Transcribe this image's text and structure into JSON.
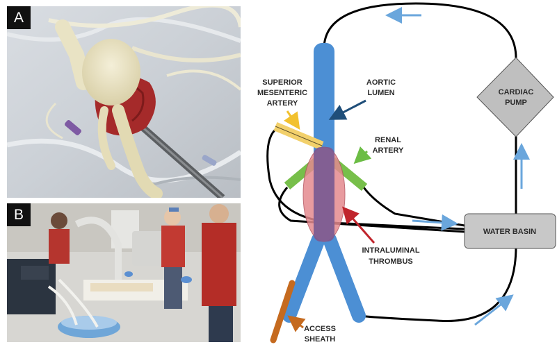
{
  "panels": {
    "a": {
      "letter": "A"
    },
    "b": {
      "letter": "B"
    }
  },
  "diagram": {
    "labels": {
      "sma_line1": "SUPERIOR",
      "sma_line2": "MESENTERIC",
      "sma_line3": "ARTERY",
      "aortic_line1": "AORTIC",
      "aortic_line2": "LUMEN",
      "renal_line1": "RENAL",
      "renal_line2": "ARTERY",
      "cardiac_line1": "CARDIAC",
      "cardiac_line2": "PUMP",
      "water_basin": "WATER BASIN",
      "thrombus_line1": "INTRALUMINAL",
      "thrombus_line2": "THROMBUS",
      "sheath_line1": "ACCESS",
      "sheath_line2": "SHEATH"
    },
    "colors": {
      "aorta": "#4c8fd4",
      "sma": "#f2d06b",
      "renal": "#77bf4a",
      "thrombus_fill": "#e48a8f",
      "thrombus_overlap": "#7a5a92",
      "pump": "#bfbfbf",
      "basin": "#c8c8c8",
      "sheath": "#c56a1f",
      "flow_arrow": "#6aa6dc",
      "tube": "#000000",
      "pointer_aortic": "#1f4e79",
      "pointer_sma": "#f2c12e",
      "pointer_renal": "#6cbd45",
      "pointer_thrombus": "#c0242c",
      "pointer_sheath": "#c56a1f"
    }
  }
}
